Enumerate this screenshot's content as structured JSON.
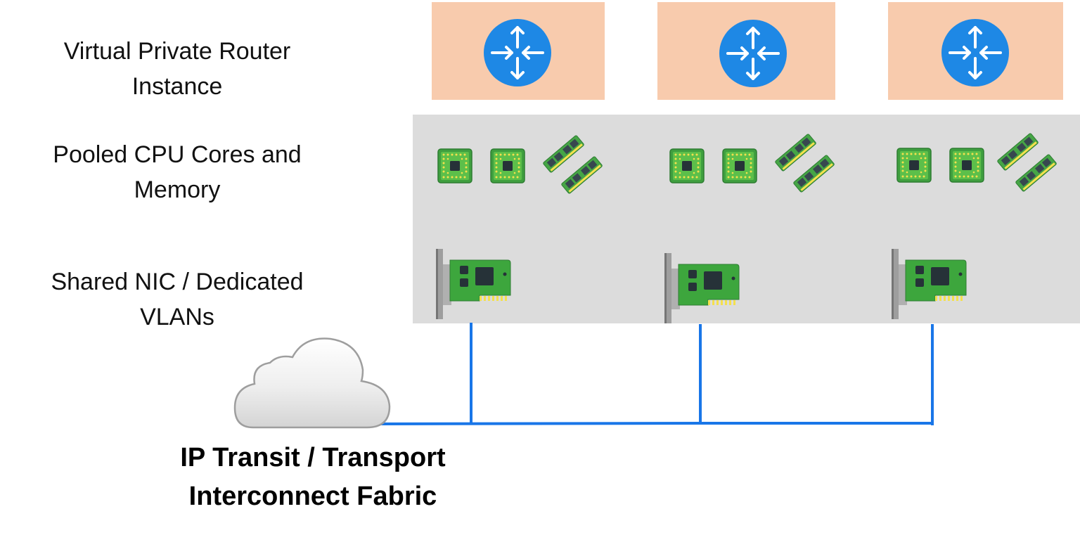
{
  "layers": [
    {
      "label_line1": "Virtual Private Router",
      "label_line2": "Instance"
    },
    {
      "label_line1": "Pooled CPU Cores and",
      "label_line2": "Memory"
    },
    {
      "label_line1": "Shared NIC / Dedicated",
      "label_line2": "VLANs"
    }
  ],
  "fabric": {
    "line1": "IP Transit / Transport",
    "line2": "Interconnect Fabric"
  },
  "colors": {
    "router_box": "#f8cbad",
    "pool_panel": "#dcdcdc",
    "router_icon": "#1e88e5",
    "links": "#1976e8",
    "chip": "#4caf50",
    "nic_board": "#2e9e3e"
  },
  "icons": {
    "router": "router-icon",
    "cpu": "cpu-chip-icon",
    "memory": "memory-module-icon",
    "nic": "network-card-icon",
    "cloud": "cloud-icon"
  }
}
